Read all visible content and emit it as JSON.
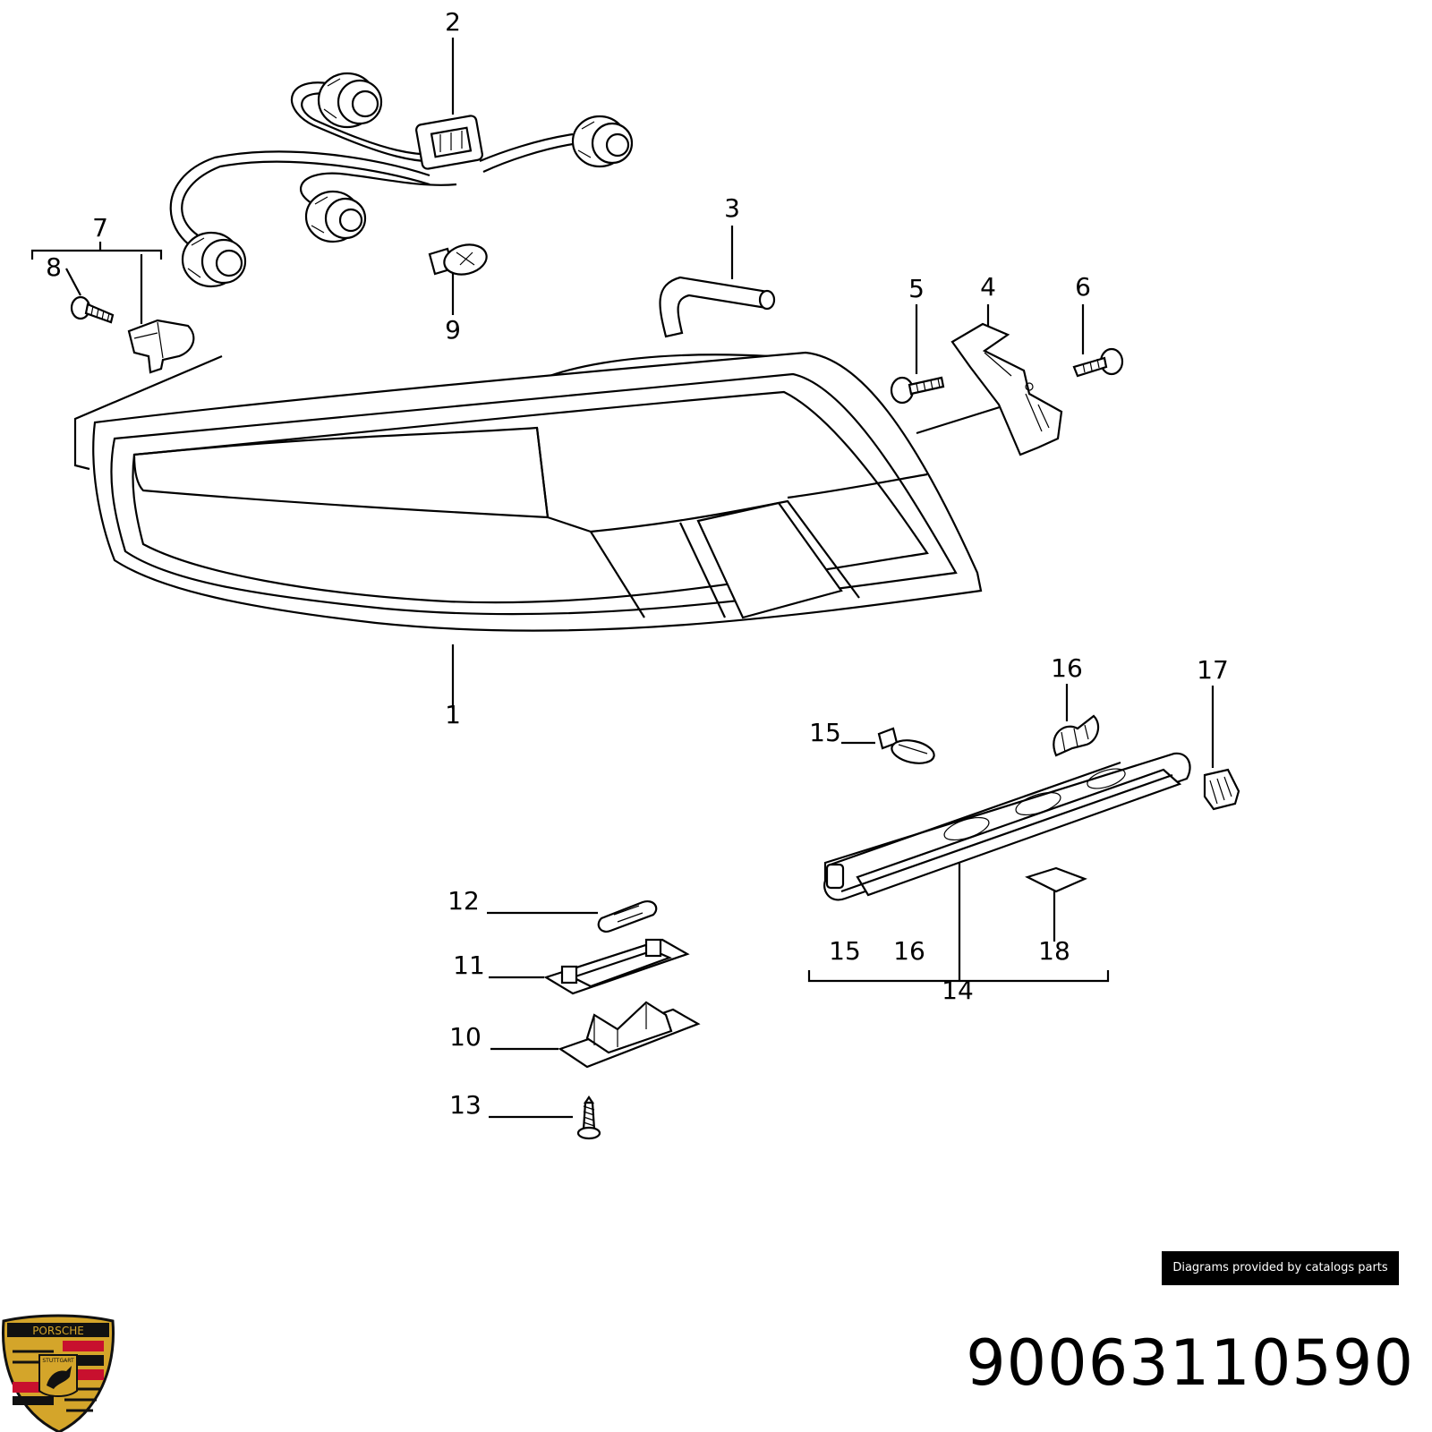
{
  "brand": {
    "logo_top_text": "PORSCHE",
    "logo_inner_text": "STUTTGART",
    "colors": {
      "red": "#c8102e",
      "gold": "#d4a52a",
      "black": "#111111"
    }
  },
  "callouts": {
    "c1": "1",
    "c2": "2",
    "c3": "3",
    "c4": "4",
    "c5": "5",
    "c6": "6",
    "c7": "7",
    "c8": "8",
    "c9": "9",
    "c10": "10",
    "c11": "11",
    "c12": "12",
    "c13": "13",
    "c14": "14",
    "c15": "15",
    "c16": "16",
    "c17": "17",
    "c18": "18",
    "group14_15": "15",
    "group14_16": "16",
    "group14_18": "18"
  },
  "credit": "Diagrams provided by catalogs parts",
  "part_number": "90063110590"
}
